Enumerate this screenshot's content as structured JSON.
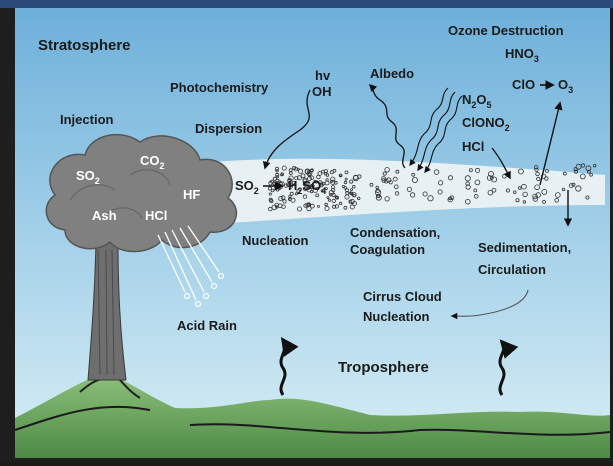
{
  "labels": {
    "stratosphere": "Stratosphere",
    "injection": "Injection",
    "photochemistry": "Photochemistry",
    "hv": "hv",
    "oh": "OH",
    "dispersion": "Dispersion",
    "albedo": "Albedo",
    "ozone_destruction": "Ozone Destruction",
    "hno3": "HNO",
    "hno3_sub": "3",
    "clo": "ClO",
    "o3": "O",
    "o3_sub": "3",
    "n2o5_n": "N",
    "n2o5_2": "2",
    "n2o5_o": "O",
    "n2o5_5": "5",
    "clono2": "ClONO",
    "clono2_sub": "2",
    "hcl_right": "HCl",
    "so2": "SO",
    "so2_sub": "2",
    "h2so4_h": "H",
    "h2so4_2": "2",
    "h2so4_so": "SO",
    "h2so4_4": "4",
    "nucleation": "Nucleation",
    "condensation": "Condensation,",
    "coagulation": "Coagulation",
    "sedimentation": "Sedimentation,",
    "circulation": "Circulation",
    "cirrus_cloud": "Cirrus Cloud",
    "cirrus_nucleation": "Nucleation",
    "acid_rain": "Acid Rain",
    "troposphere": "Troposphere"
  },
  "cloud_labels": {
    "so2": "SO",
    "so2_sub": "2",
    "co2": "CO",
    "co2_sub": "2",
    "hf": "HF",
    "ash": "Ash",
    "hcl": "HCl"
  },
  "colors": {
    "sky_top": "#6fb2da",
    "sky_bottom": "#d6edf5",
    "ground": "#5f9a55",
    "plume": "#7a7a7a",
    "band": "#eef3f4"
  }
}
